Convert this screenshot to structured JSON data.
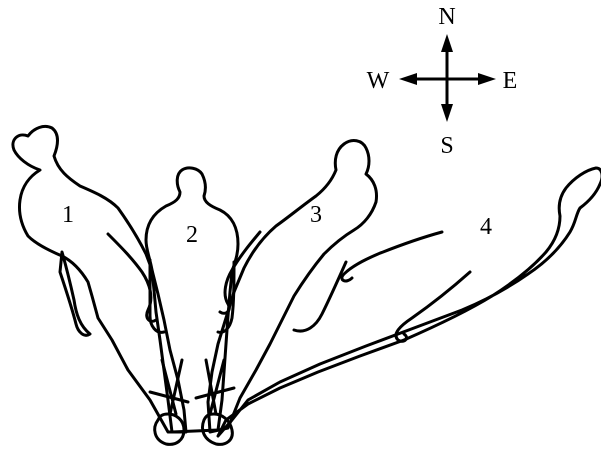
{
  "compass": {
    "north": "N",
    "south": "S",
    "east": "E",
    "west": "W"
  },
  "shadows": [
    {
      "label": "1"
    },
    {
      "label": "2"
    },
    {
      "label": "3"
    },
    {
      "label": "4"
    }
  ],
  "colors": {
    "stroke": "#000000",
    "background": "#ffffff"
  }
}
